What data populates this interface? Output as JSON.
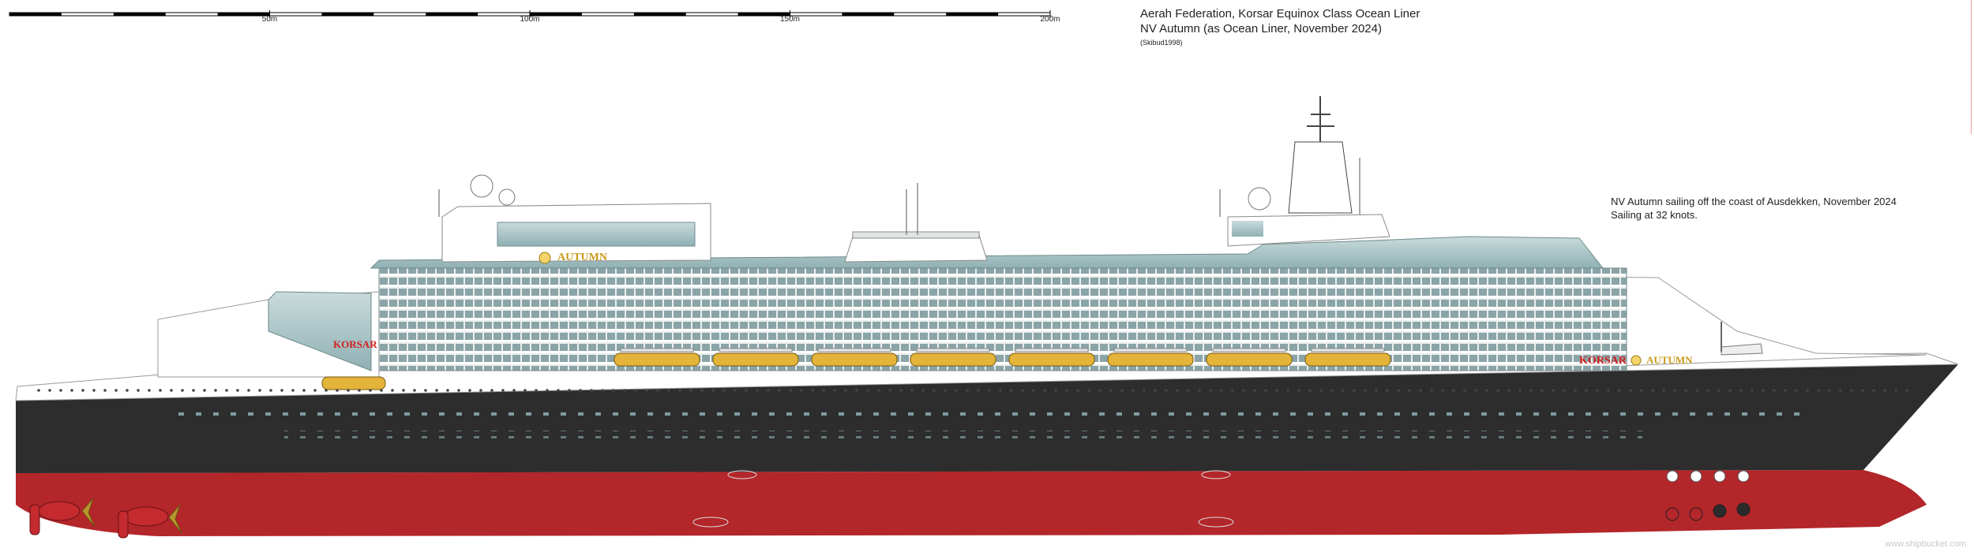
{
  "scale_bar": {
    "ticks": [
      {
        "value": 50,
        "label": "50m"
      },
      {
        "value": 100,
        "label": "100m"
      },
      {
        "value": 150,
        "label": "150m"
      },
      {
        "value": 200,
        "label": "200m"
      }
    ]
  },
  "header": {
    "line1": "Aerah Federation, Korsar Equinox Class Ocean Liner",
    "line2": "NV Autumn (as Ocean Liner, November 2024)",
    "credit": "(Skibud1998)"
  },
  "caption": {
    "line1": "NV Autumn sailing off the coast of Ausdekken, November 2024",
    "line2": "Sailing at 32 knots."
  },
  "ship": {
    "name_autumn": "AUTUMN",
    "name_korsar": "KORSAR",
    "colors": {
      "hull_black": "#2d2d2d",
      "hull_red": "#b3262a",
      "superstructure": "#ffffff",
      "glass": "#9fbdc0",
      "lifeboat": "#e3b33a",
      "name_red": "#d21f1f",
      "name_gold": "#c89a18"
    }
  },
  "watermark": "www.shipbucket.com"
}
